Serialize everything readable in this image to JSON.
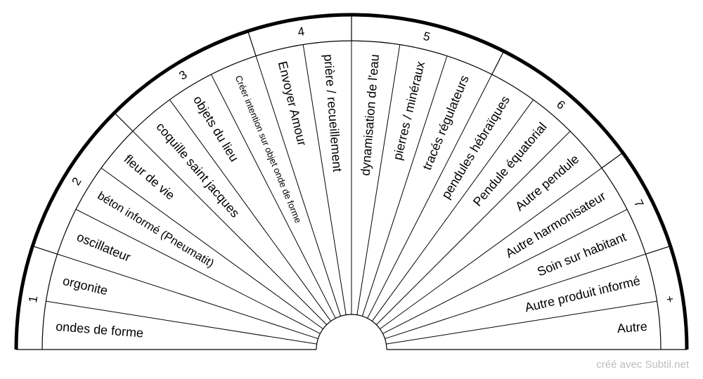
{
  "chart_data": {
    "type": "semicircle-pendulum-chart",
    "segments": [
      "ondes de forme",
      "orgonite",
      "oscillateur",
      "béton informé (Pneumatit)",
      "fleur de vie",
      "coquille saint jacques",
      "objets du lieu",
      "Créer intention sur objet onde de forme",
      "Envoyer Amour",
      "prière / recueillement",
      "dynamisation de l'eau",
      "pierres / minéraux",
      "tracés régulateurs",
      "pendules hébraïques",
      "Pendule équatorial",
      "Autre pendule",
      "Autre harmonisateur",
      "Soin sur habitant",
      "Autre produit informé",
      "Autre"
    ],
    "groups": [
      {
        "label": "1",
        "segments": [
          0,
          1
        ]
      },
      {
        "label": "2",
        "segments": [
          2,
          3,
          4
        ]
      },
      {
        "label": "3",
        "segments": [
          5,
          6,
          7
        ]
      },
      {
        "label": "4",
        "segments": [
          8,
          9
        ]
      },
      {
        "label": "5",
        "segments": [
          10,
          11,
          12
        ]
      },
      {
        "label": "6",
        "segments": [
          13,
          14,
          15
        ]
      },
      {
        "label": "7",
        "segments": [
          16,
          17
        ]
      },
      {
        "label": "+",
        "segments": [
          18,
          19
        ]
      }
    ]
  },
  "footer": {
    "credit": "créé avec Subtil.net"
  }
}
